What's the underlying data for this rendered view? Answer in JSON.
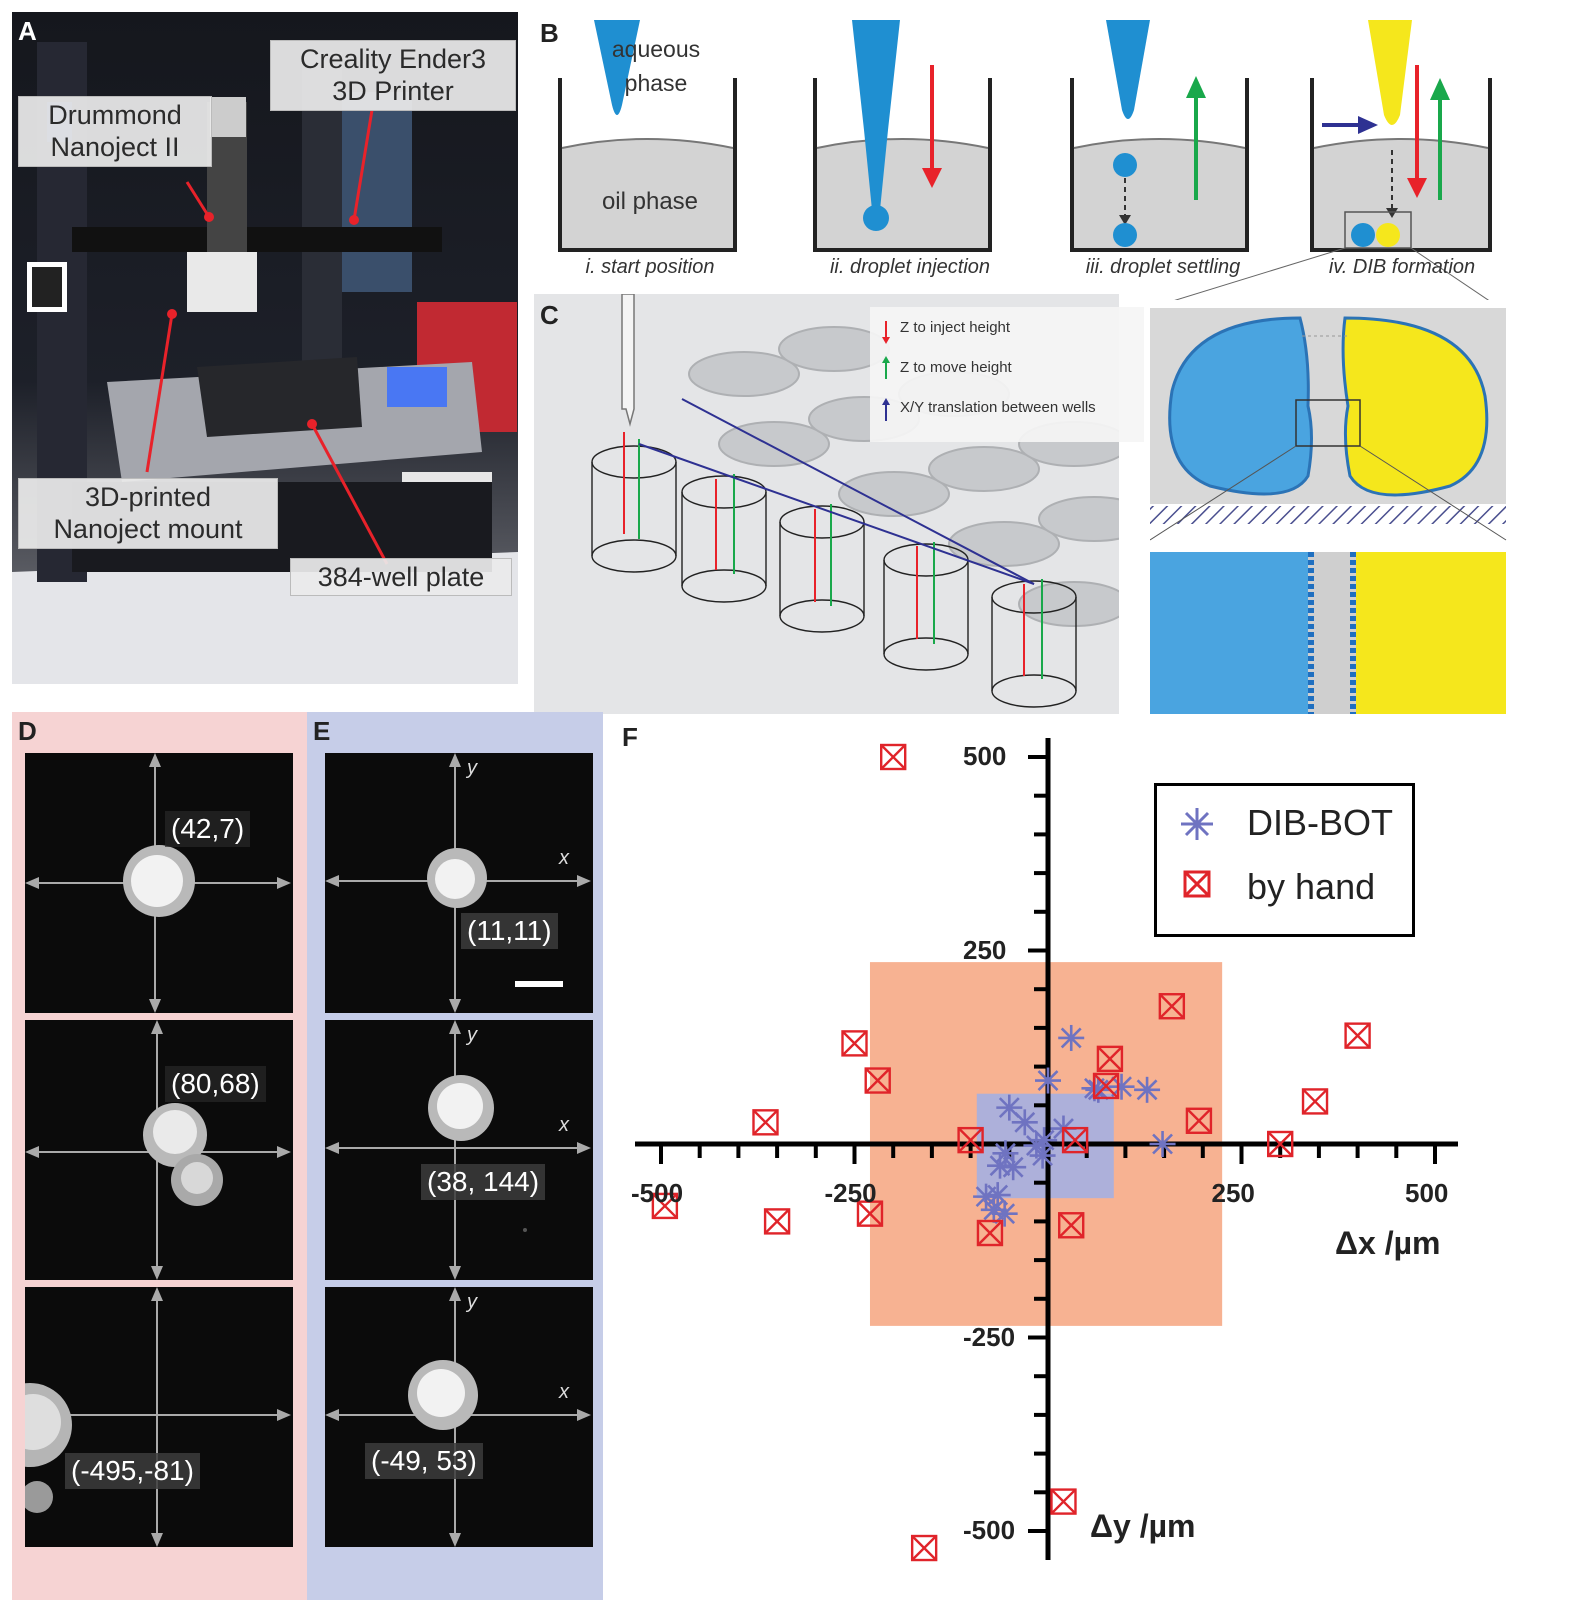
{
  "panelA": {
    "letter": "A",
    "labels": {
      "printer": [
        "Creality Ender3",
        "3D Printer"
      ],
      "nanoject": [
        "Drummond",
        "Nanoject II"
      ],
      "mount": [
        "3D-printed",
        "Nanoject mount"
      ],
      "plate": "384-well plate"
    }
  },
  "panelB": {
    "letter": "B",
    "aqueous": [
      "aqueous",
      "phase"
    ],
    "oil": "oil phase",
    "steps": [
      "i. start position",
      "ii. droplet injection",
      "iii. droplet settling",
      "iv. DIB formation"
    ]
  },
  "panelC": {
    "letter": "C",
    "legend": [
      "Z  to inject height",
      "Z  to move height",
      "X/Y translation between wells"
    ]
  },
  "panelD": {
    "letter": "D",
    "coords": [
      "(42,7)",
      "(80,68)",
      "(-495,-81)"
    ]
  },
  "panelE": {
    "letter": "E",
    "coords": [
      "(11,11)",
      "(38, 144)",
      "(-49, 53)"
    ],
    "axis_x": "x",
    "axis_y": "y"
  },
  "colors": {
    "aqueous_blue": "#1f8fd1",
    "yellow": "#f5e71c",
    "red_arrow": "#e8222a",
    "green_arrow": "#19a84b",
    "navy_arrow": "#2e3192",
    "panelD_bg": "#f6d3d3",
    "panelE_bg": "#c6cde8",
    "orange_box": "#f6a57f",
    "blue_box": "#a9b0de"
  },
  "chart_data": {
    "type": "scatter",
    "panel": "F",
    "xlabel": "Δx /µm",
    "ylabel": "Δy /µm",
    "xlim": [
      -520,
      520
    ],
    "ylim": [
      -520,
      520
    ],
    "x_ticks": [
      -500,
      -250,
      250,
      500
    ],
    "y_ticks": [
      500,
      250,
      -250,
      -500
    ],
    "legend": [
      "DIB-BOT",
      "by hand"
    ],
    "legend_position": "top-right",
    "regions": [
      {
        "name": "by hand range",
        "x": [
          -230,
          225
        ],
        "y": [
          -235,
          235
        ],
        "color": "#f6a57f"
      },
      {
        "name": "DIB-BOT range",
        "x": [
          -92,
          85
        ],
        "y": [
          -70,
          65
        ],
        "color": "#a9b0de"
      }
    ],
    "series": [
      {
        "name": "DIB-BOT",
        "marker": "asterisk",
        "color": "#6f73c1",
        "points": [
          [
            30,
            137
          ],
          [
            0,
            82
          ],
          [
            60,
            72
          ],
          [
            95,
            74
          ],
          [
            128,
            70
          ],
          [
            65,
            70
          ],
          [
            -50,
            47
          ],
          [
            -30,
            28
          ],
          [
            -5,
            5
          ],
          [
            20,
            20
          ],
          [
            -15,
            -2
          ],
          [
            -55,
            -12
          ],
          [
            -45,
            -30
          ],
          [
            -62,
            -28
          ],
          [
            -7,
            -15
          ],
          [
            148,
            0
          ],
          [
            -80,
            -68
          ],
          [
            -65,
            -66
          ],
          [
            -70,
            -85
          ],
          [
            -56,
            -90
          ]
        ]
      },
      {
        "name": "by hand",
        "marker": "boxed-x",
        "color": "#e0242a",
        "points": [
          [
            -200,
            500
          ],
          [
            -250,
            130
          ],
          [
            -220,
            82
          ],
          [
            -365,
            28
          ],
          [
            -100,
            5
          ],
          [
            35,
            5
          ],
          [
            80,
            110
          ],
          [
            75,
            75
          ],
          [
            160,
            178
          ],
          [
            195,
            30
          ],
          [
            300,
            0
          ],
          [
            345,
            55
          ],
          [
            400,
            140
          ],
          [
            -495,
            -80
          ],
          [
            -350,
            -100
          ],
          [
            -230,
            -90
          ],
          [
            -75,
            -115
          ],
          [
            30,
            -105
          ],
          [
            20,
            -462
          ],
          [
            -160,
            -522
          ]
        ]
      }
    ]
  }
}
